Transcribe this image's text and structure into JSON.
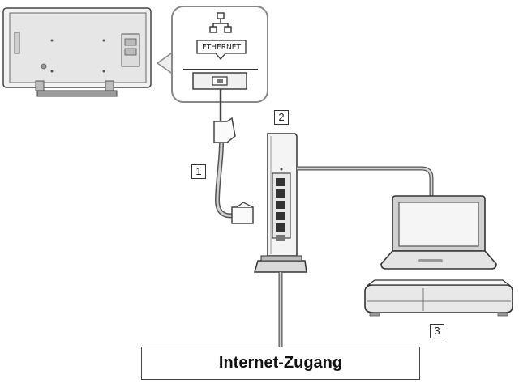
{
  "callouts": {
    "tv_port_label": "ETHERNET"
  },
  "labels": {
    "cable": "1",
    "router": "2",
    "devices": "3"
  },
  "internet": {
    "label": "Internet-Zugang"
  },
  "colors": {
    "line": "#444444",
    "light_fill": "#f2f2f2",
    "mid_fill": "#d9d9d9",
    "dark_fill": "#7a7a7a"
  },
  "icons": [
    "network-icon",
    "ethernet-port-icon"
  ]
}
